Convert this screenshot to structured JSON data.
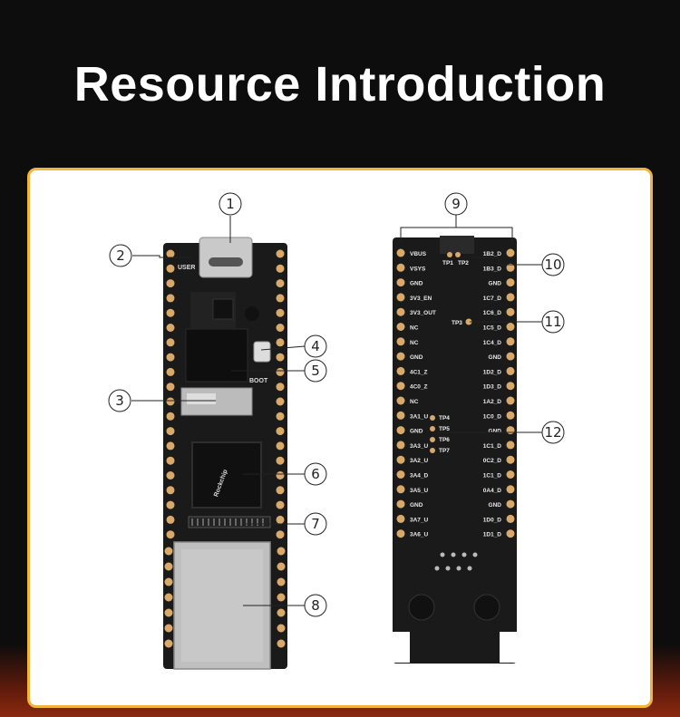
{
  "title": "Resource Introduction",
  "callouts": [
    "1",
    "2",
    "3",
    "4",
    "5",
    "6",
    "7",
    "8",
    "9",
    "10",
    "11",
    "12"
  ],
  "front_silkscreen": {
    "user": "USER",
    "boot": "BOOT",
    "chip_brand": "Rockchip"
  },
  "back_left_pins": [
    "VBUS",
    "VSYS",
    "GND",
    "3V3_EN",
    "3V3_OUT",
    "NC",
    "NC",
    "GND",
    "4C1_Z",
    "4C0_Z",
    "NC",
    "3A1_U",
    "GND",
    "3A3_U",
    "3A2_U",
    "3A4_D",
    "3A5_U",
    "GND",
    "3A7_U",
    "3A6_U"
  ],
  "back_right_pins": [
    "1B2_D",
    "1B3_D",
    "GND",
    "1C7_D",
    "1C6_D",
    "1C5_D",
    "1C4_D",
    "GND",
    "1D2_D",
    "1D3_D",
    "1A2_D",
    "1C0_D",
    "GND",
    "1C1_D",
    "0C2_D",
    "1C1_D",
    "0A4_D",
    "GND",
    "1D0_D",
    "1D1_D"
  ],
  "test_points": {
    "tp1": "TP1",
    "tp2": "TP2",
    "tp3": "TP3",
    "tp4": "TP4",
    "tp5": "TP5",
    "tp6": "TP6",
    "tp7": "TP7"
  },
  "colors": {
    "background": "#0d0d0d",
    "panel": "#ffffff",
    "panel_border": "#f4b43c",
    "board": "#1a1a1a",
    "pad": "#d9a96a",
    "title": "#ffffff"
  }
}
